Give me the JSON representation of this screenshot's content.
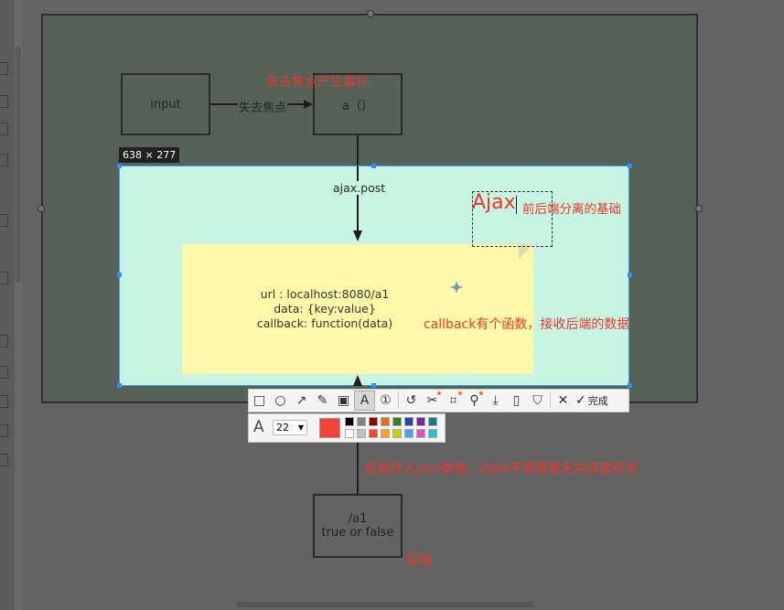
{
  "diagram": {
    "input_box_label": "input",
    "a_box_label": "a（）",
    "blur_label": "失去焦点",
    "event_note": "失去焦点产生事件",
    "ajax_post_label": "ajax.post",
    "ajax_title": "Ajax",
    "ajax_caption": "前后端分离的基础",
    "note_lines": [
      "url : localhost:8080/a1",
      "data: {key:value}",
      "callback: function(data)"
    ],
    "callback_caption": "callback有个函数，接收后端的数据",
    "backend_caption": "后端传入json数据，AJAX不需要重定向或者转发",
    "a1_line1": "/a1",
    "a1_line2": "true or false",
    "backend_label": "后端"
  },
  "screenshot_tool": {
    "size_label": "638 × 277",
    "done_label": "完成",
    "font_size": "22",
    "selected_color": "#f24438",
    "tools": [
      {
        "name": "rectangle-icon",
        "glyph": "□"
      },
      {
        "name": "ellipse-icon",
        "glyph": "○"
      },
      {
        "name": "arrow-icon",
        "glyph": "↗"
      },
      {
        "name": "pencil-icon",
        "glyph": "✎"
      },
      {
        "name": "mosaic-icon",
        "glyph": "▣"
      },
      {
        "name": "text-icon",
        "glyph": "A"
      },
      {
        "name": "number-marker-icon",
        "glyph": "①"
      },
      {
        "name": "undo-icon",
        "glyph": "↺"
      },
      {
        "name": "crop-icon",
        "glyph": "✂"
      },
      {
        "name": "ocr-icon",
        "glyph": "⌗"
      },
      {
        "name": "pin-icon",
        "glyph": "⚲"
      },
      {
        "name": "download-icon",
        "glyph": "⤓"
      },
      {
        "name": "phone-icon",
        "glyph": "▯"
      },
      {
        "name": "bookmark-icon",
        "glyph": "⛉"
      },
      {
        "name": "close-icon",
        "glyph": "✕"
      }
    ],
    "palette_top": [
      "#000000",
      "#808080",
      "#8b0000",
      "#e07020",
      "#3c7d2d",
      "#2e3fa6",
      "#7a2a8e",
      "#1a7a86"
    ],
    "palette_bottom": [
      "#ffffff",
      "#c0c0c0",
      "#f24438",
      "#f5a623",
      "#c8d400",
      "#4aa3e8",
      "#e54ec0",
      "#28c0d0"
    ]
  }
}
